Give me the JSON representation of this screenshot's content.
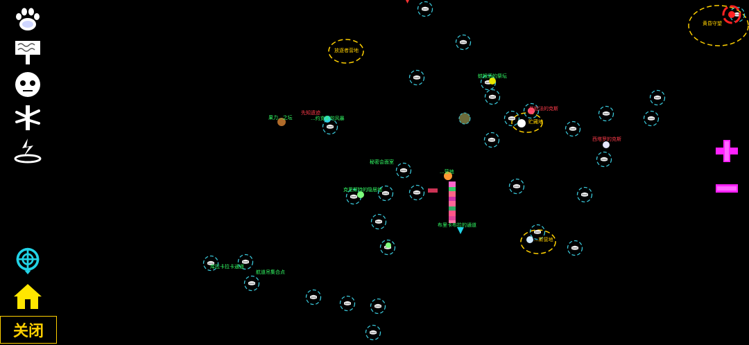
{
  "sidebar": {
    "top_icons": [
      "paw-icon",
      "signpost-icon",
      "face-icon",
      "tree-icon",
      "campfire-icon"
    ],
    "bottom_icons": [
      "target-icon",
      "home-icon"
    ],
    "close_label": "关闭"
  },
  "right_controls": [
    "zoom-in-icon",
    "zoom-out-icon"
  ],
  "colors": {
    "marker": "#39c6d8",
    "camp_ring": "#ffd000",
    "label_green": "#33ff66",
    "label_red": "#ff3b4a",
    "sidebar_icon": "#ffffff",
    "target": "#22d3e6",
    "home": "#ffe600",
    "zoom": "#ff22ff"
  },
  "labels": [
    {
      "text": "放逐者营地",
      "color": "yellow"
    },
    {
      "text": "黄昏守望",
      "color": "yellow"
    },
    {
      "text": "蛙猴酒的祭坛",
      "color": "green"
    },
    {
      "text": "巨蛇法的克斯",
      "color": "red"
    },
    {
      "text": "贮藏地",
      "color": "yellow"
    },
    {
      "text": "先知遗迹",
      "color": "red"
    },
    {
      "text": "果力...之坛",
      "color": "green"
    },
    {
      "text": "...约克斯的风暴",
      "color": "green"
    },
    {
      "text": "西塔罗的克斯",
      "color": "red"
    },
    {
      "text": "秘密会面室",
      "color": "green"
    },
    {
      "text": "...营地",
      "color": "green"
    },
    {
      "text": "克里斯特的隐居地",
      "color": "green"
    },
    {
      "text": "布里卡布拉的通道",
      "color": "green"
    },
    {
      "text": "...斯营地",
      "color": "yellow"
    },
    {
      "text": "库拉卡拉卡通道",
      "color": "green"
    },
    {
      "text": "航道吊集合点",
      "color": "green"
    }
  ]
}
